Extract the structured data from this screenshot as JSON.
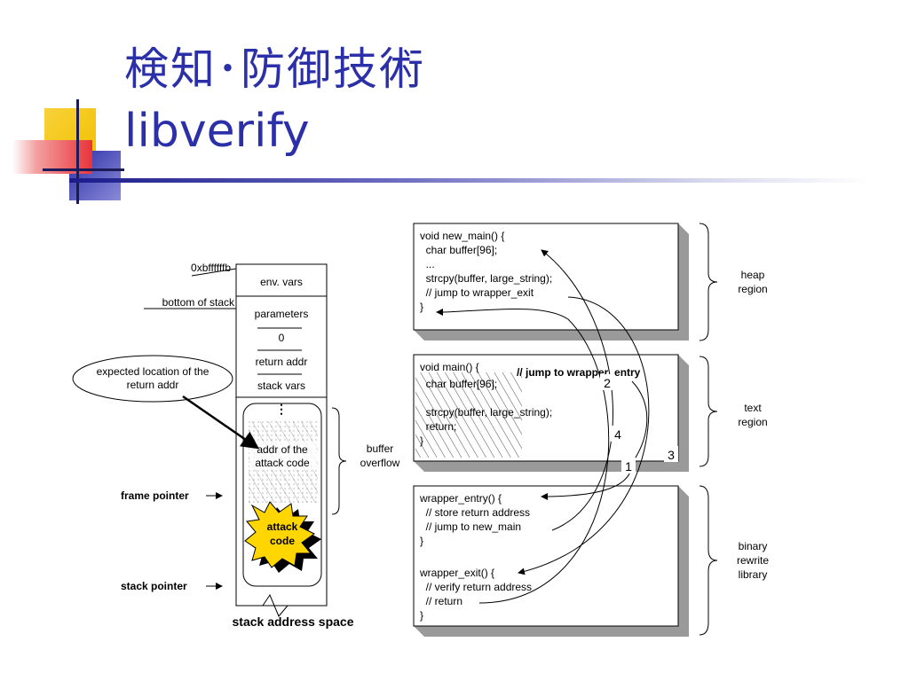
{
  "slide": {
    "title_line1": "検知･防御技術",
    "title_line2": "libverify"
  },
  "stack": {
    "addr_top": "0xbffffffb",
    "bottom_of_stack": "bottom of stack",
    "cells": [
      "env. vars",
      "parameters",
      "0",
      "return addr",
      "stack vars"
    ],
    "attack_addr_line1": "addr of the",
    "attack_addr_line2": "attack code",
    "attack_code_line1": "attack",
    "attack_code_line2": "code",
    "frame_pointer": "frame pointer",
    "stack_pointer": "stack pointer",
    "caption": "stack address space",
    "expected_line1": "expected location of the",
    "expected_line2": "return addr",
    "buffer_line1": "buffer",
    "buffer_line2": "overflow"
  },
  "heap_box": {
    "lines": [
      "void new_main() {",
      "  char buffer[96];",
      "  ...",
      "  strcpy(buffer, large_string);",
      "  // jump to wrapper_exit",
      "}"
    ]
  },
  "text_box": {
    "line1": "void main() {",
    "line1_comment": "// jump to wrapper_entry",
    "lines": [
      "  char buffer[96];",
      "",
      "  strcpy(buffer, large_string);",
      "  return;",
      "}"
    ]
  },
  "lib_box": {
    "lines": [
      "wrapper_entry() {",
      "  // store return address",
      "  // jump to new_main",
      "}",
      "",
      "wrapper_exit() {",
      "  // verify return address",
      "  // return",
      "}"
    ]
  },
  "regions": {
    "heap_line1": "heap",
    "heap_line2": "region",
    "text_line1": "text",
    "text_line2": "region",
    "lib_line1": "binary",
    "lib_line2": "rewrite",
    "lib_line3": "library"
  },
  "steps": [
    "1",
    "2",
    "3",
    "4"
  ],
  "colors": {
    "title": "#2b2fa8",
    "deco_yellow": "#f5c400",
    "deco_red": "#e8343a",
    "deco_blue": "#2b2fa8",
    "box_shadow": "#9a9a9a",
    "attack_fill": "#ffd600"
  }
}
